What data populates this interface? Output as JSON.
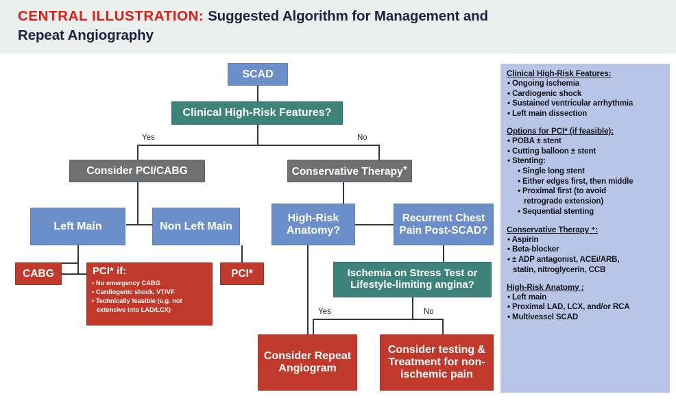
{
  "header": {
    "prefix": "CENTRAL ILLUSTRATION:",
    "title_line1": "Suggested Algorithm for Management and",
    "title_line2": "Repeat Angiography"
  },
  "colors": {
    "blue": "#6c8fc9",
    "teal": "#3d8379",
    "gray": "#6f7072",
    "red": "#c0392b",
    "legend_bg": "#b8c5e6",
    "header_bg": "#eceeed",
    "accent_red": "#d81f12",
    "connector": "#2e3545"
  },
  "flow": {
    "n_scad": "SCAD",
    "n_clinical_hr": "Clinical High-Risk Features?",
    "n_consider_pci_cabg": "Consider PCI/CABG",
    "n_conservative": "Conservative Therapy",
    "n_conservative_sup": "+",
    "n_left_main": "Left Main",
    "n_non_left_main": "Non Left Main",
    "n_high_risk_anatomy": "High-Risk Anatomy?",
    "n_recurrent_chest_pain": "Recurrent Chest Pain Post-SCAD?",
    "n_cabg": "CABG",
    "n_pci_star": "PCI*",
    "n_pci_if_title": "PCI* if:",
    "n_pci_if_bullets": [
      "No emergency CABG",
      "Cardiogenic shock, VT/VF",
      "Technically feasible (e.g. not extensive into LAD/LCX)"
    ],
    "n_ischemia": "Ischemia on Stress Test or Lifestyle-limiting angina?",
    "n_repeat_angiogram": "Consider Repeat Angiogram",
    "n_non_ischemic": "Consider testing & Treatment for non-ischemic pain",
    "label_yes_1": "Yes",
    "label_no_1": "No",
    "label_yes_2": "Yes",
    "label_no_2": "No"
  },
  "legend": {
    "groups": [
      {
        "heading": "Clinical High-Risk Features:",
        "items": [
          {
            "text": "Ongoing ischemia",
            "level": 1
          },
          {
            "text": "Cardiogenic shock",
            "level": 1
          },
          {
            "text": "Sustained ventricular arrhythmia",
            "level": 1
          },
          {
            "text": "Left main dissection",
            "level": 1
          }
        ]
      },
      {
        "heading": "Options for PCI* (if feasible):",
        "items": [
          {
            "text": "POBA ± stent",
            "level": 1
          },
          {
            "text": "Cutting balloon ± stent",
            "level": 1
          },
          {
            "text": "Stenting:",
            "level": 1
          },
          {
            "text": "Single long stent",
            "level": 2
          },
          {
            "text": "Either edges first, then middle",
            "level": 2
          },
          {
            "text": "Proximal first (to avoid",
            "level": 2
          },
          {
            "text": "retrograde extension)",
            "level": 2.5
          },
          {
            "text": "Sequential stenting",
            "level": 2
          }
        ]
      },
      {
        "heading": "Conservative Therapy ⁺:",
        "items": [
          {
            "text": "Aspirin",
            "level": 1
          },
          {
            "text": "Beta-blocker",
            "level": 1
          },
          {
            "text": "± ADP antagonist, ACEi/ARB,",
            "level": 1
          },
          {
            "text": "statin, nitroglycerin, CCB",
            "level": 1.5
          }
        ]
      },
      {
        "heading": "High-Risk Anatomy :",
        "items": [
          {
            "text": "Left main",
            "level": 1
          },
          {
            "text": "Proximal LAD, LCX, and/or RCA",
            "level": 1
          },
          {
            "text": "Multivessel SCAD",
            "level": 1
          }
        ]
      }
    ]
  }
}
